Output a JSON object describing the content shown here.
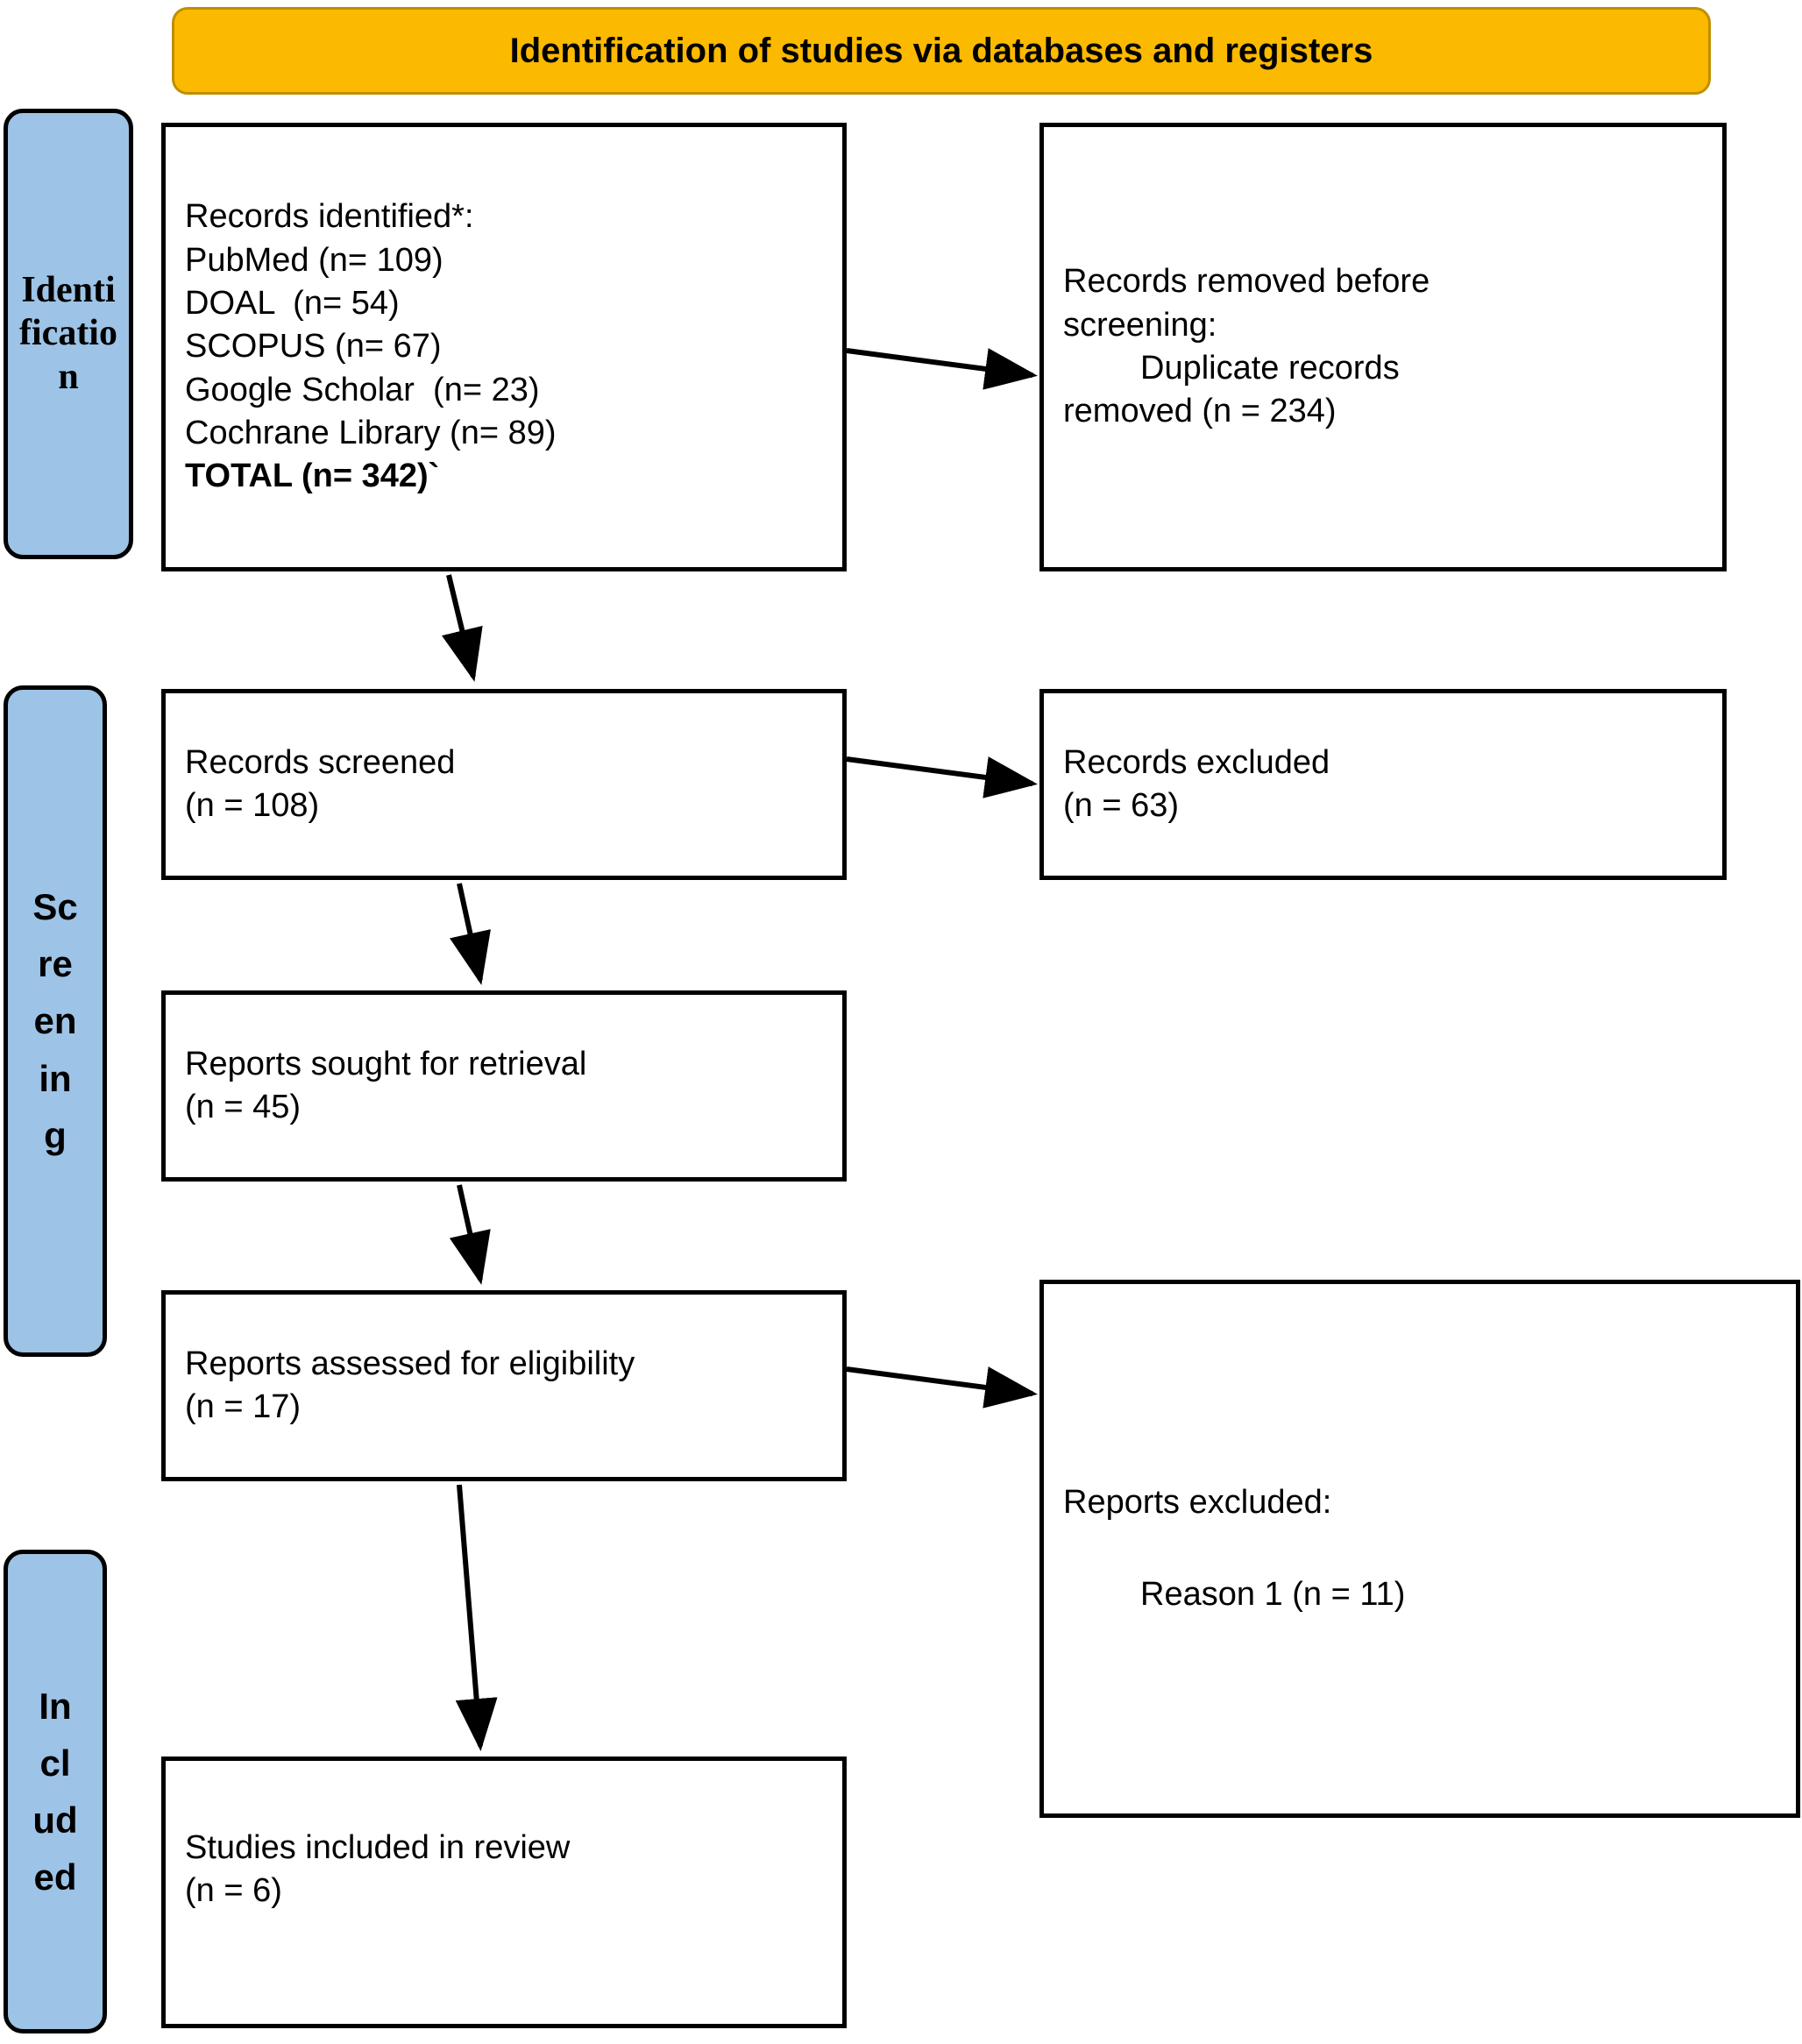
{
  "banner": {
    "title": "Identification of studies via databases and registers",
    "fill_color": "#FBB900",
    "border_color": "#BF8F00"
  },
  "rails": [
    {
      "name": "identification",
      "label": "Identification",
      "fill_color": "#9DC3E6"
    },
    {
      "name": "screening",
      "label": "Screening",
      "fill_color": "#9DC3E6"
    },
    {
      "name": "included",
      "label": "Included",
      "fill_color": "#9DC3E6"
    }
  ],
  "boxes": {
    "records_identified": {
      "heading": "Records identified*:",
      "sources": [
        "PubMed (n= 109)",
        "DOAL  (n= 54)",
        "SCOPUS (n= 67)",
        "Google Scholar  (n= 23)",
        "Cochrane Library (n= 89)"
      ],
      "total": "TOTAL (n= 342)`"
    },
    "records_removed": {
      "line1": "Records removed ",
      "line1_italic": "before",
      "line2_italic": "screening",
      "line2_rest": ":",
      "line3": "Duplicate records",
      "line4": "removed (n = 234)"
    },
    "records_screened": {
      "label": "Records screened",
      "count": "(n = 108)"
    },
    "records_excluded": {
      "label": "Records excluded",
      "count": "(n = 63)"
    },
    "reports_sought": {
      "label": "Reports sought for retrieval",
      "count": "(n = 45)"
    },
    "reports_assessed": {
      "label": "Reports assessed for eligibility",
      "count": "(n = 17)"
    },
    "reports_excluded": {
      "label": "Reports excluded:",
      "reason1": "Reason 1 (n = 11)"
    },
    "studies_included": {
      "label": "Studies included in review",
      "count": "(n = 6)"
    }
  },
  "chart_data": {
    "type": "diagram",
    "title": "Identification of studies via databases and registers",
    "diagram_kind": "PRISMA 2020 flow diagram",
    "stages": [
      "Identification",
      "Screening",
      "Included"
    ],
    "nodes": [
      {
        "id": "records_identified",
        "stage": "Identification",
        "text": "Records identified*: PubMed (n= 109) DOAL (n= 54) SCOPUS (n= 67) Google Scholar (n= 23) Cochrane Library (n= 89) TOTAL (n= 342)`",
        "n": 342
      },
      {
        "id": "records_removed",
        "stage": "Identification",
        "text": "Records removed before screening: Duplicate records removed (n = 234)",
        "n": 234
      },
      {
        "id": "records_screened",
        "stage": "Screening",
        "text": "Records screened (n = 108)",
        "n": 108
      },
      {
        "id": "records_excluded",
        "stage": "Screening",
        "text": "Records excluded (n = 63)",
        "n": 63
      },
      {
        "id": "reports_sought",
        "stage": "Screening",
        "text": "Reports sought for retrieval (n = 45)",
        "n": 45
      },
      {
        "id": "reports_assessed",
        "stage": "Screening",
        "text": "Reports assessed for eligibility (n = 17)",
        "n": 17
      },
      {
        "id": "reports_excluded",
        "stage": "Screening",
        "text": "Reports excluded: Reason 1 (n = 11)",
        "n": 11
      },
      {
        "id": "studies_included",
        "stage": "Included",
        "text": "Studies included in review (n = 6)",
        "n": 6
      }
    ],
    "edges": [
      {
        "from": "records_identified",
        "to": "records_removed",
        "direction": "right"
      },
      {
        "from": "records_identified",
        "to": "records_screened",
        "direction": "down"
      },
      {
        "from": "records_screened",
        "to": "records_excluded",
        "direction": "right"
      },
      {
        "from": "records_screened",
        "to": "reports_sought",
        "direction": "down"
      },
      {
        "from": "reports_sought",
        "to": "reports_assessed",
        "direction": "down"
      },
      {
        "from": "reports_assessed",
        "to": "reports_excluded",
        "direction": "right"
      },
      {
        "from": "reports_assessed",
        "to": "studies_included",
        "direction": "down"
      }
    ],
    "sources": [
      {
        "name": "PubMed",
        "n": 109
      },
      {
        "name": "DOAL",
        "n": 54
      },
      {
        "name": "SCOPUS",
        "n": 67
      },
      {
        "name": "Google Scholar",
        "n": 23
      },
      {
        "name": "Cochrane Library",
        "n": 89
      },
      {
        "name": "TOTAL",
        "n": 342
      }
    ]
  }
}
